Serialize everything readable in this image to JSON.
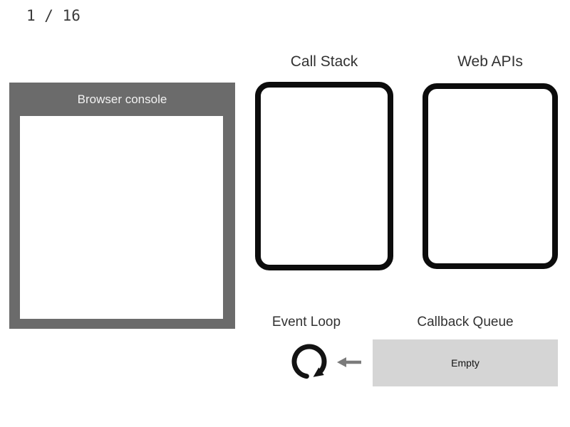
{
  "slide": {
    "counter": "1 / 16"
  },
  "browser_console": {
    "title": "Browser console",
    "lines": []
  },
  "call_stack": {
    "label": "Call Stack",
    "frames": []
  },
  "web_apis": {
    "label": "Web APIs",
    "tasks": []
  },
  "event_loop": {
    "label": "Event Loop",
    "icon": "clockwise-loop-arrow"
  },
  "callback_queue": {
    "label": "Callback Queue",
    "status": "Empty",
    "items": []
  },
  "arrows": {
    "callback_queue_to_event_loop": "left-arrow"
  },
  "colors": {
    "background": "#ffffff",
    "console_frame": "#6b6b6b",
    "console_title_text": "#f2f2f2",
    "box_border": "#0c0c0c",
    "label_text": "#323232",
    "callback_queue_fill": "#d5d5d5",
    "arrow_gray": "#7b7b7b",
    "loop_icon": "#131313"
  }
}
